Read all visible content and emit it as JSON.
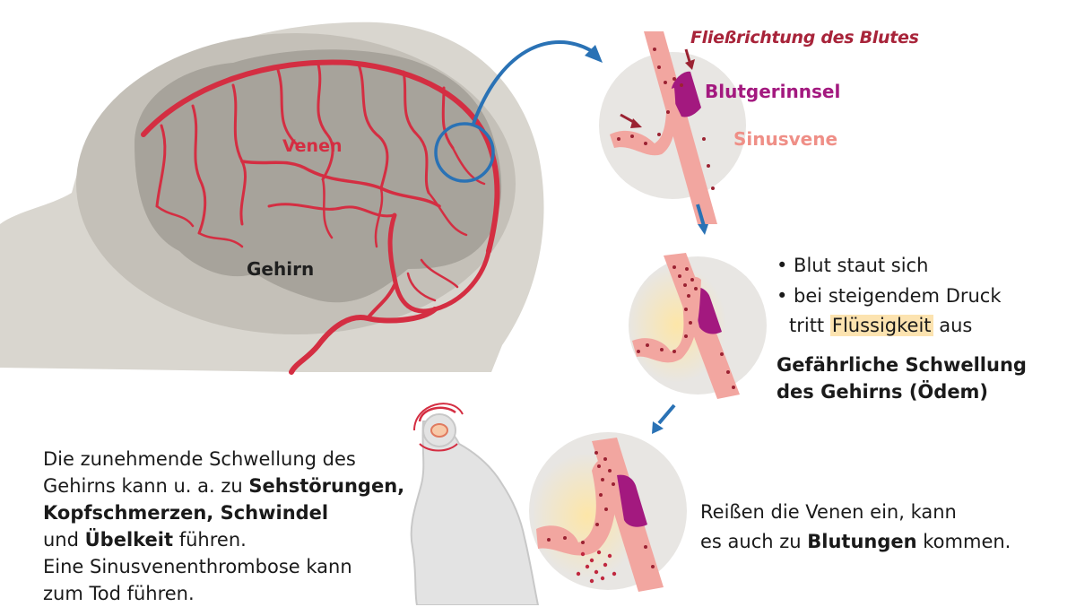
{
  "labels": {
    "flow_direction": "Fließrichtung des Blutes",
    "clot": "Blutgerinnsel",
    "sinus_vein": "Sinusvene",
    "veins": "Venen",
    "brain": "Gehirn"
  },
  "stage2": {
    "bullet1": "• Blut staut sich",
    "bullet2": "• bei steigendem Druck",
    "bullet3_pre": "tritt ",
    "bullet3_highlight": "Flüssigkeit",
    "bullet3_post": " aus",
    "danger_line1": "Gefährliche Schwellung",
    "danger_line2": "des Gehirns (Ödem)"
  },
  "stage3": {
    "line1": "Reißen die Venen ein, kann",
    "line2_pre": "es auch zu ",
    "line2_bold": "Blutungen",
    "line2_post": " kommen."
  },
  "symptoms": {
    "line1": "Die zunehmende Schwellung des",
    "line2_pre": "Gehirns kann u. a. zu ",
    "line2_bold": "Sehstörungen,",
    "line3_bold": "Kopfschmerzen, Schwindel",
    "line4_pre": "und ",
    "line4_bold": "Übelkeit",
    "line4_post": " führen.",
    "line5": "Eine Sinusvenenthrombose kann",
    "line6": "zum Tod führen."
  },
  "colors": {
    "vein_red": "#d42e42",
    "arrow_blue": "#2a72b5",
    "clot_magenta": "#a3197f",
    "sinus_pink": "#f2a6a0",
    "edema_yellow": "#fce3b0"
  },
  "icons": [
    "zoom-arrow-icon",
    "down-arrow-icon",
    "person-headache-icon"
  ]
}
